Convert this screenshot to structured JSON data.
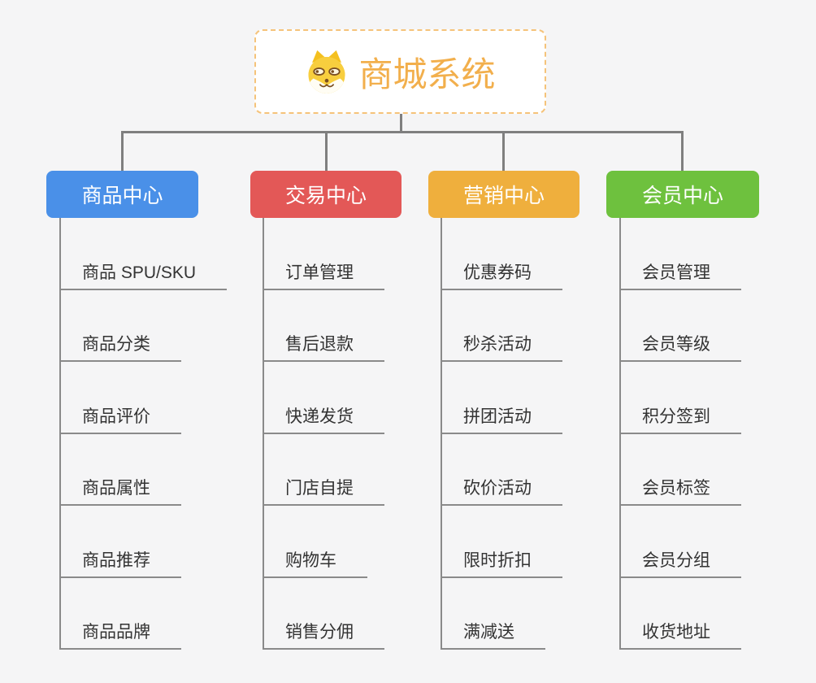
{
  "root": {
    "title": "商城系统",
    "icon": "shiba-dog-icon"
  },
  "branches": [
    {
      "label": "商品中心",
      "color": "#4A90E8",
      "items": [
        "商品 SPU/SKU",
        "商品分类",
        "商品评价",
        "商品属性",
        "商品推荐",
        "商品品牌"
      ]
    },
    {
      "label": "交易中心",
      "color": "#E35857",
      "items": [
        "订单管理",
        "售后退款",
        "快递发货",
        "门店自提",
        "购物车",
        "销售分佣"
      ]
    },
    {
      "label": "营销中心",
      "color": "#EFAF3D",
      "items": [
        "优惠券码",
        "秒杀活动",
        "拼团活动",
        "砍价活动",
        "限时折扣",
        "满减送"
      ]
    },
    {
      "label": "会员中心",
      "color": "#6EC13E",
      "items": [
        "会员管理",
        "会员等级",
        "积分签到",
        "会员标签",
        "会员分组",
        "收货地址"
      ]
    }
  ],
  "colors": {
    "background": "#F5F5F6",
    "connector": "#7F7F7F",
    "item_line": "#8A8A8A",
    "item_text": "#333333",
    "root_text": "#F2AF4C",
    "root_border": "#F5C37A",
    "dog_yellow": "#F8CE3E",
    "dog_ear": "#F4C01F",
    "dog_face_white": "#FFFDF4",
    "dog_brown": "#7A4E21"
  }
}
